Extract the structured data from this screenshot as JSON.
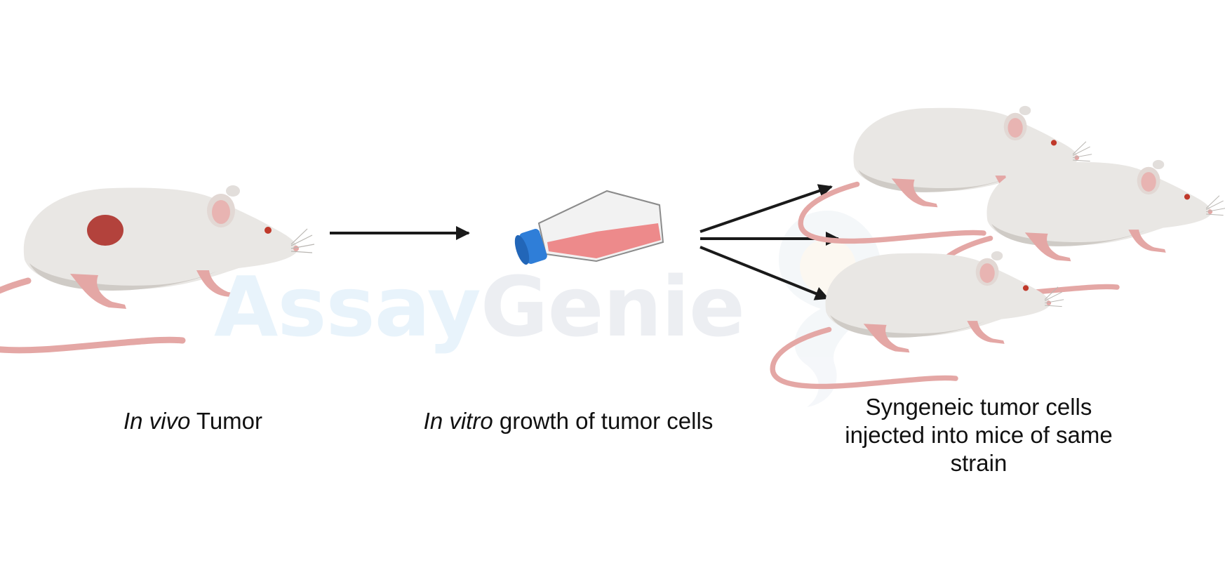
{
  "watermark": {
    "part1": "Assay",
    "part2": "Genie",
    "colors": {
      "part1": "#e8f3fb",
      "part2": "#eceef2"
    }
  },
  "steps": [
    {
      "label_italic": "In vivo",
      "label_rest": " Tumor",
      "icon": "mouse-with-tumor-icon"
    },
    {
      "label_italic": "In vitro",
      "label_rest": " growth of tumor cells",
      "icon": "cell-culture-flask-icon"
    },
    {
      "label_italic": "",
      "label_rest": "Syngeneic tumor cells injected into mice of same strain",
      "icon": "mouse-icon"
    }
  ],
  "colors": {
    "mouse_body": "#e9e7e4",
    "mouse_shadow": "#cfcbc6",
    "mouse_pink": "#e4a7a5",
    "tumor": "#b3423c",
    "flask_cap": "#2f7ed8",
    "flask_medium": "#ec7e7f",
    "arrow": "#1a1a1a"
  }
}
